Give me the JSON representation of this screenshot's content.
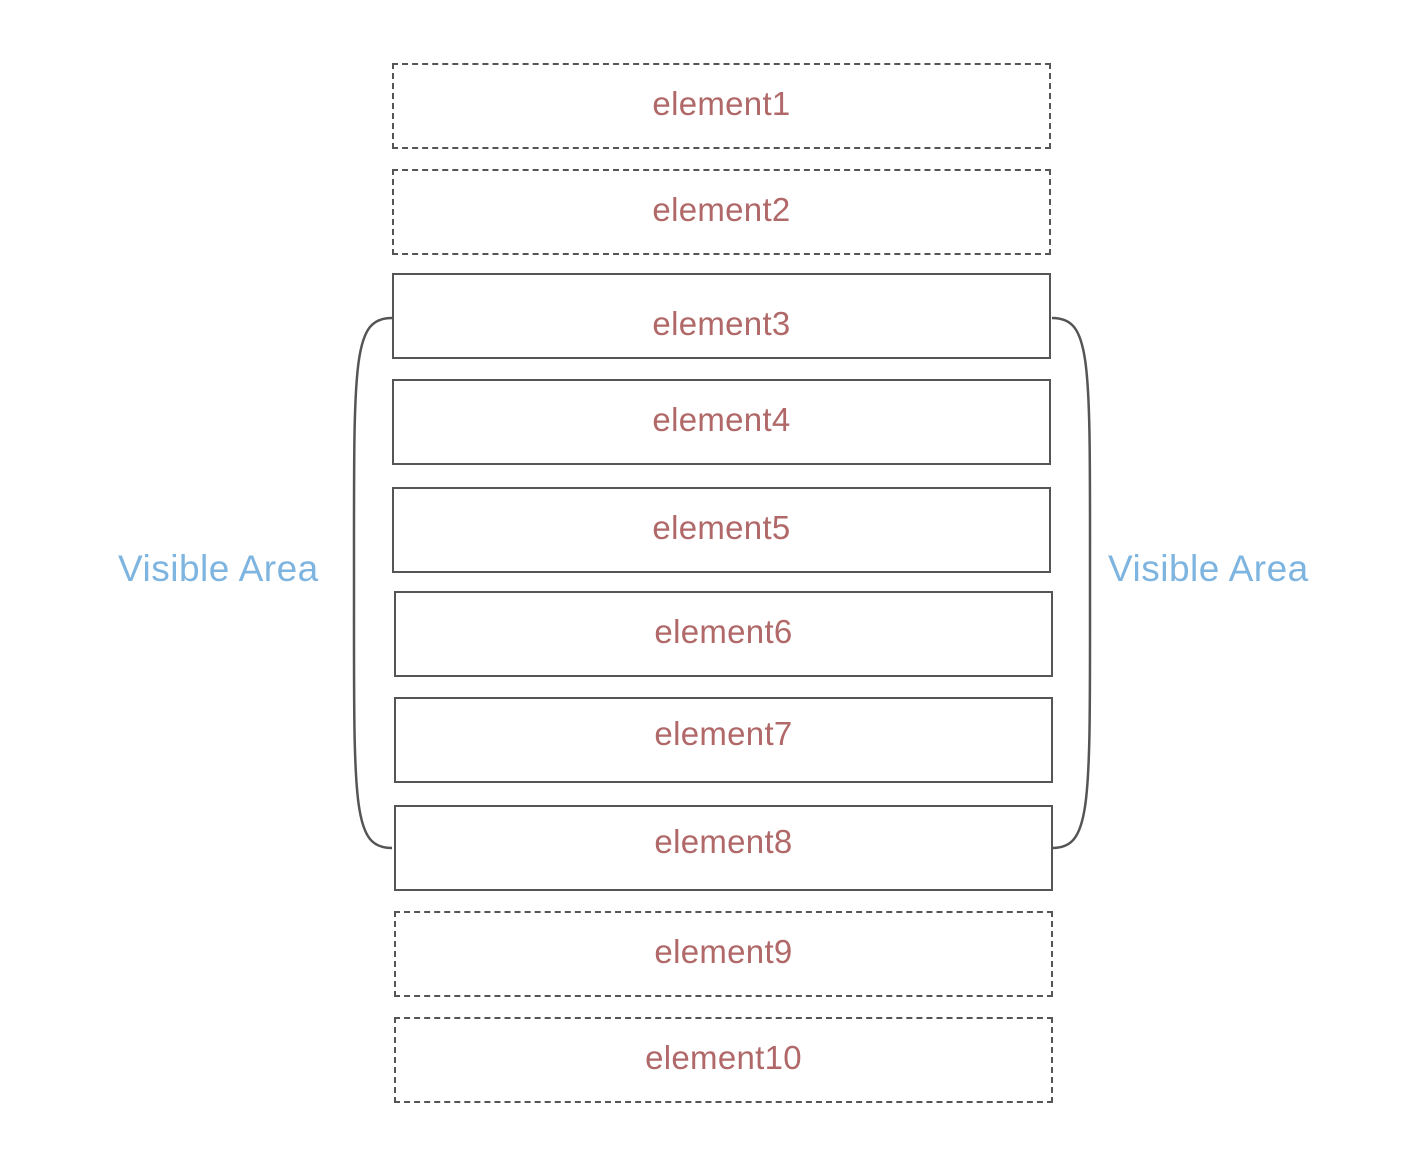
{
  "colors": {
    "element_text": "#B06868",
    "area_label": "#7DB4E0",
    "stroke": "#555555"
  },
  "elements": [
    {
      "label": "element1",
      "visible": false
    },
    {
      "label": "element2",
      "visible": false
    },
    {
      "label": "element3",
      "visible": true
    },
    {
      "label": "element4",
      "visible": true
    },
    {
      "label": "element5",
      "visible": true
    },
    {
      "label": "element6",
      "visible": true
    },
    {
      "label": "element7",
      "visible": true
    },
    {
      "label": "element8",
      "visible": true
    },
    {
      "label": "element9",
      "visible": false
    },
    {
      "label": "element10",
      "visible": false
    }
  ],
  "visible_area": {
    "left_label": "Visible Area",
    "right_label": "Visible Area"
  }
}
